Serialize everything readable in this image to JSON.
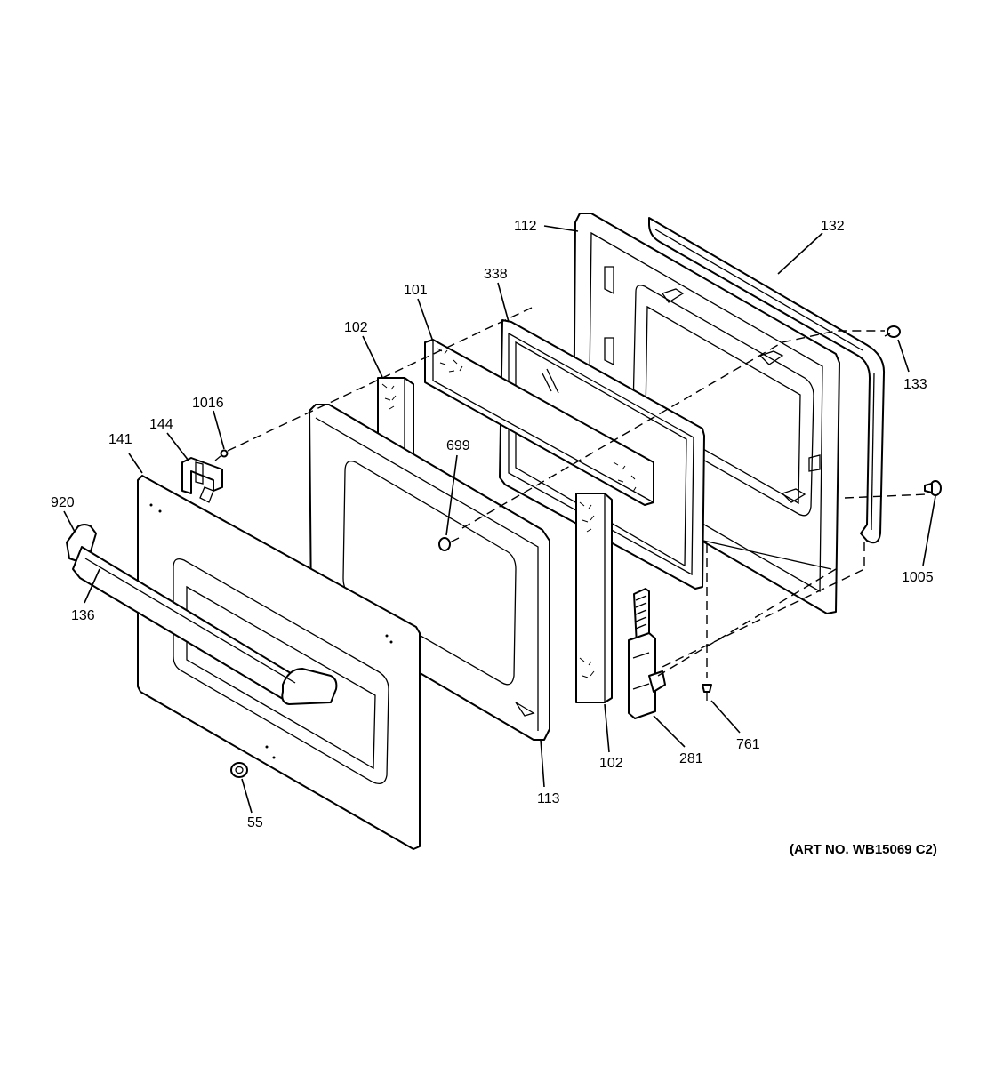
{
  "art_number": "(ART NO. WB15069 C2)",
  "callouts": {
    "c112": "112",
    "c132": "132",
    "c338": "338",
    "c101": "101",
    "c102a": "102",
    "c133": "133",
    "c1016": "1016",
    "c144": "144",
    "c141": "141",
    "c699": "699",
    "c920": "920",
    "c1005": "1005",
    "c136": "136",
    "c761": "761",
    "c281": "281",
    "c102b": "102",
    "c113": "113",
    "c55": "55"
  }
}
